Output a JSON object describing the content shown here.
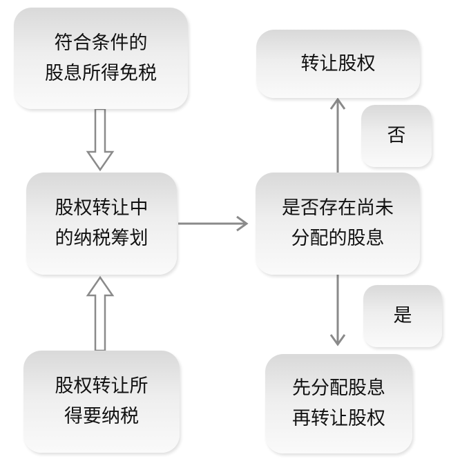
{
  "nodes": {
    "exempt": [
      "符合条件的",
      "股息所得免税"
    ],
    "planning": [
      "股权转让中",
      "的纳税筹划"
    ],
    "taxable": [
      "股权转让所",
      "得要纳税"
    ],
    "question": [
      "是否存在尚未",
      "分配的股息"
    ],
    "transfer": [
      "转让股权"
    ],
    "distribute": [
      "先分配股息",
      "再转让股权"
    ]
  },
  "labels": {
    "no": "否",
    "yes": "是"
  }
}
